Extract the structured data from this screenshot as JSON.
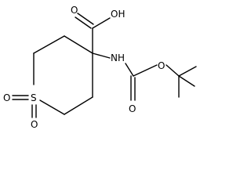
{
  "molecule": {
    "labels": {
      "carboxyl_oh": "OH",
      "carboxyl_o": "O",
      "nh": "NH",
      "carbamate_o": "O",
      "ester_o": "O",
      "sulfur": "S",
      "sulfonyl_o_left": "O",
      "sulfonyl_o_bottom": "O"
    },
    "colors": {
      "ink": "#000000",
      "background": "#ffffff"
    }
  }
}
